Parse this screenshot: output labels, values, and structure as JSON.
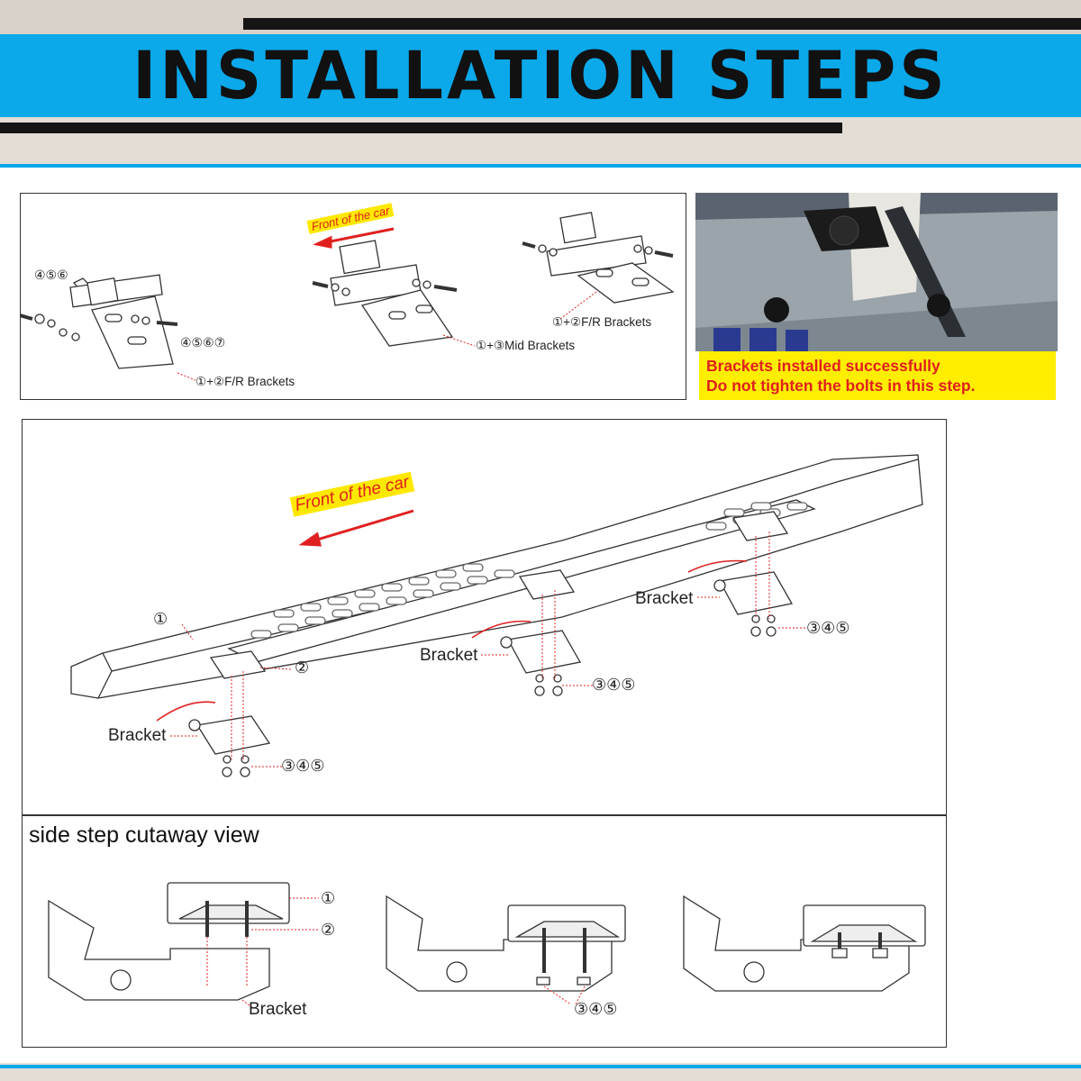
{
  "header": {
    "title": "INSTALLATION STEPS"
  },
  "panel1": {
    "front_label": "Front of the car",
    "left_parts": "④⑤⑥",
    "left_parts_2": "④⑤⑥⑦",
    "left_caption": "①+②F/R Brackets",
    "mid_caption": "①+③Mid Brackets",
    "right_caption": "①+②F/R Brackets"
  },
  "photo": {
    "caption_line1": "Brackets installed successfully",
    "caption_line2": "Do not tighten the bolts in this step."
  },
  "panel2": {
    "front_label": "Front of the car",
    "part1": "①",
    "part2": "②",
    "bracket_left": "Bracket",
    "bracket_mid": "Bracket",
    "bracket_right": "Bracket",
    "parts_left": "③④⑤",
    "parts_mid": "③④⑤",
    "parts_right": "③④⑤"
  },
  "cutaway": {
    "title": "side step cutaway view",
    "part1": "①",
    "part2": "②",
    "bracket": "Bracket",
    "parts": "③④⑤"
  },
  "colors": {
    "accent_blue": "#0ba8ea",
    "label_red": "#e02020",
    "label_yellow": "#ffee00"
  }
}
